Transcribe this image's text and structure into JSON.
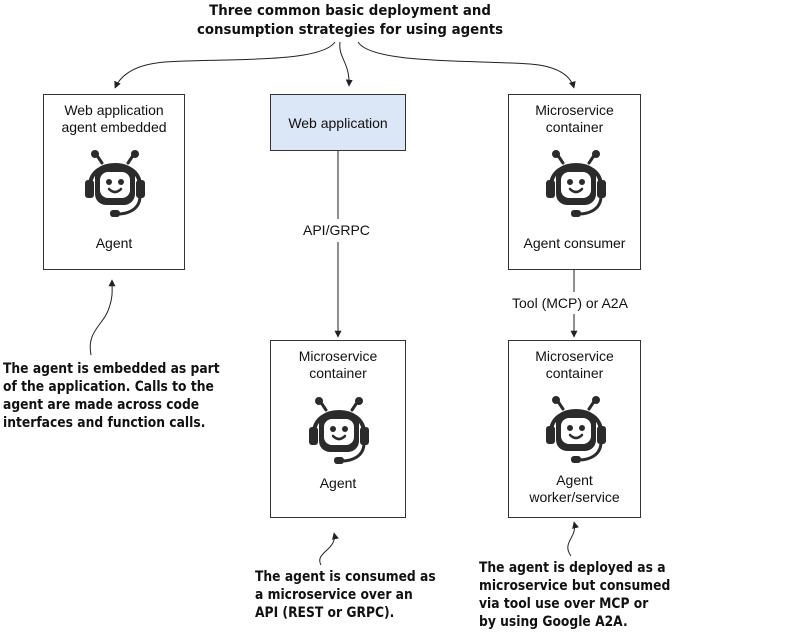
{
  "title": {
    "line1": "Three common basic deployment and",
    "line2": "consumption strategies for using agents"
  },
  "left": {
    "box_line1": "Web application",
    "box_line2": "agent embedded",
    "agent_label": "Agent",
    "note": [
      "The agent is embedded as part",
      "of the application. Calls to the",
      "agent are made across code",
      "interfaces and function calls."
    ]
  },
  "middle": {
    "top_box_label": "Web application",
    "connector_label": "API/GRPC",
    "bottom_box_line1": "Microservice",
    "bottom_box_line2": "container",
    "agent_label": "Agent",
    "note": [
      "The agent is consumed as",
      "a microservice over an",
      "API (REST or GRPC)."
    ]
  },
  "right": {
    "top_box_line1": "Microservice",
    "top_box_line2": "container",
    "top_agent_label": "Agent consumer",
    "connector_label": "Tool (MCP) or A2A",
    "bottom_box_line1": "Microservice",
    "bottom_box_line2": "container",
    "bottom_agent_line1": "Agent",
    "bottom_agent_line2": "worker/service",
    "note": [
      "The agent is deployed as a",
      "microservice but consumed",
      "via tool use over MCP or",
      "by using Google A2A."
    ]
  },
  "colors": {
    "box_border": "#333333",
    "highlight_box_fill": "#dbe6f6",
    "robot": "#2b2b2b"
  }
}
